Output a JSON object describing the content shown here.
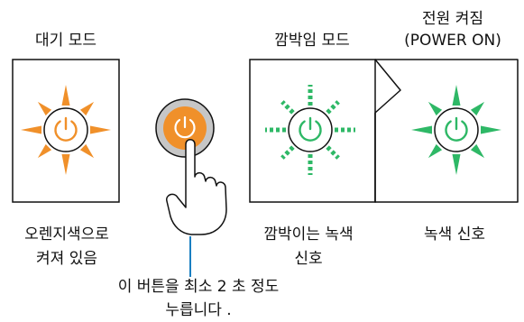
{
  "modes": {
    "standby": {
      "title": "대기 모드",
      "caption_line1": "오렌지색으로",
      "caption_line2": "켜져 있음",
      "color": "#f0902a"
    },
    "blink": {
      "title": "깜박임 모드",
      "caption_line1": "깜박이는 녹색",
      "caption_line2": "신호",
      "color": "#2eb866"
    },
    "power_on": {
      "title_line1": "전원 켜짐",
      "title_line2": "(POWER ON)",
      "caption": "녹색 신호",
      "color": "#2eb866"
    }
  },
  "button": {
    "instruction_line1": "이 버튼을 최소 2 초 정도",
    "instruction_line2": "누릅니다 .",
    "pointer_color": "#1a7fc1"
  },
  "icons": {
    "power": "power-icon",
    "hand": "pointing-hand-icon",
    "glow": "light-ray-icon"
  }
}
